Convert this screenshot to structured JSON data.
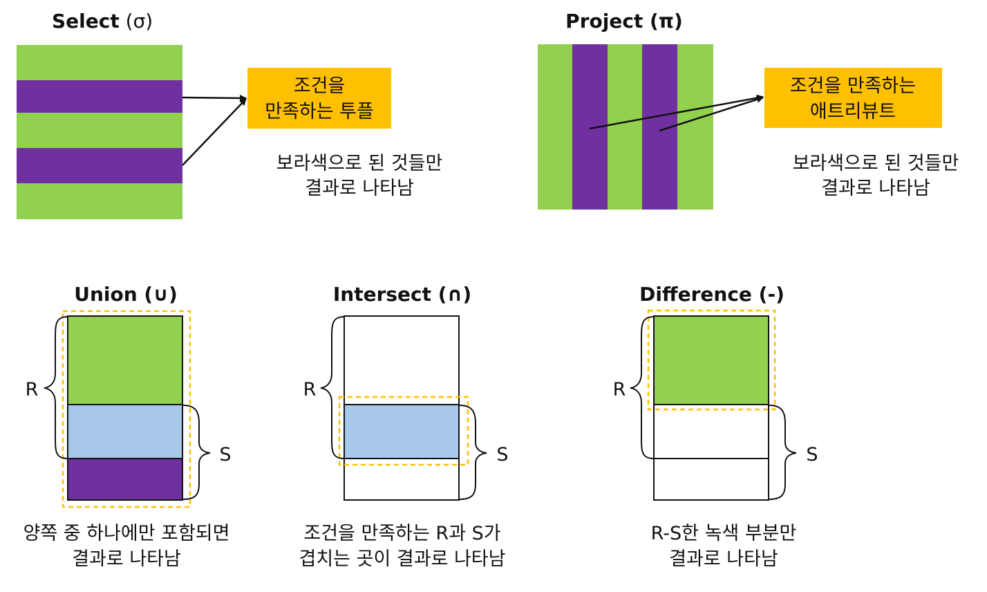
{
  "colors": {
    "green": "#92d050",
    "purple": "#7030a0",
    "light_blue": "#a7c8ea",
    "orange": "#ffc000",
    "dashed_orange": "#ffc000",
    "line": "#111111",
    "white": "#ffffff"
  },
  "select": {
    "title_bold": "Select",
    "title_symbol": " (σ)",
    "callout_line1": "조건을",
    "callout_line2": "만족하는 투플",
    "note_line1": "보라색으로 된 것들만",
    "note_line2": "결과로 나타남"
  },
  "project": {
    "title": "Project (π)",
    "callout_line1": "조건을 만족하는",
    "callout_line2": "애트리뷰트",
    "note_line1": "보라색으로 된 것들만",
    "note_line2": "결과로 나타남"
  },
  "union": {
    "title": "Union (∪)",
    "label_r": "R",
    "label_s": "S",
    "caption_line1": "양쪽 중 하나에만 포함되면",
    "caption_line2": "결과로 나타남"
  },
  "intersect": {
    "title": "Intersect (∩)",
    "label_r": "R",
    "label_s": "S",
    "caption_line1": "조건을 만족하는 R과 S가",
    "caption_line2": "겹치는 곳이 결과로 나타남"
  },
  "difference": {
    "title": "Difference (-)",
    "label_r": "R",
    "label_s": "S",
    "caption_line1": "R-S한 녹색 부분만",
    "caption_line2": "결과로 나타남"
  }
}
